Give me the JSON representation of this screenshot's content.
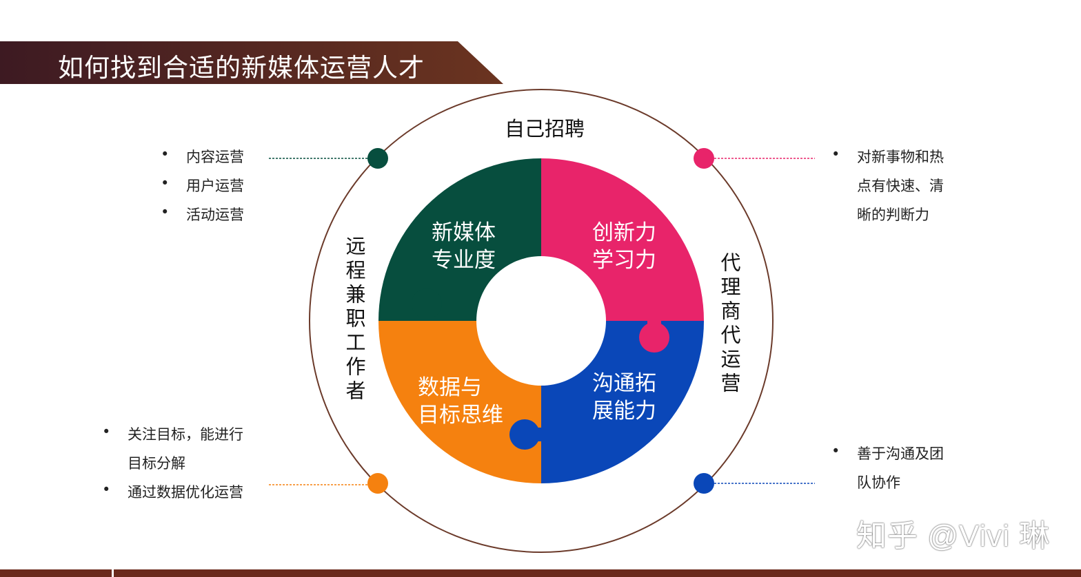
{
  "title": "如何找到合适的新媒体运营人才",
  "colors": {
    "banner_dark": "#3d1a22",
    "banner_brown": "#6b3420",
    "ring": "#6b3a2a",
    "green": "#074e3e",
    "pink": "#e8246a",
    "orange": "#f5810f",
    "blue": "#0a47b8",
    "bottom_bar": "#6b2a1c"
  },
  "ring_labels": {
    "top": "自己招聘",
    "left": "远程兼职工作者",
    "right": "代理商代运营"
  },
  "pieces": {
    "top_left": {
      "line1": "新媒体",
      "line2": "专业度"
    },
    "top_right": {
      "line1": "创新力",
      "line2": "学习力"
    },
    "bottom_left": {
      "line1": "数据与",
      "line2": "目标思维"
    },
    "bottom_right": {
      "line1": "沟通拓",
      "line2": "展能力"
    }
  },
  "bullets": {
    "top_left": [
      "内容运营",
      "用户运营",
      "活动运营"
    ],
    "top_right": [
      "对新事物和热",
      "点有快速、清",
      "晰的判断力"
    ],
    "bottom_left": [
      "关注目标，能进行",
      "目标分解",
      "通过数据优化运营"
    ],
    "bottom_right": [
      "善于沟通及团",
      "队协作"
    ]
  },
  "bullet_char": "•",
  "watermark": "知乎 @Vivi 琳"
}
